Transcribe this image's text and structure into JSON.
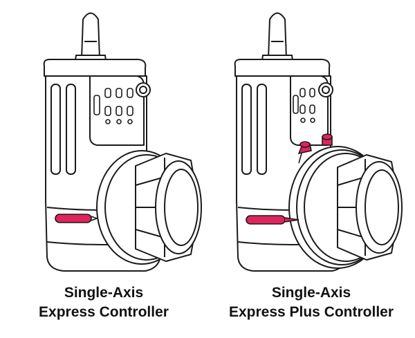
{
  "products": [
    {
      "caption_line1": "Single-Axis",
      "caption_line2": "Express Controller"
    },
    {
      "caption_line1": "Single-Axis",
      "caption_line2": "Express Plus Controller"
    }
  ],
  "colors": {
    "outline": "#1a1a1a",
    "body_fill": "#ffffff",
    "accent": "#e0245e"
  }
}
